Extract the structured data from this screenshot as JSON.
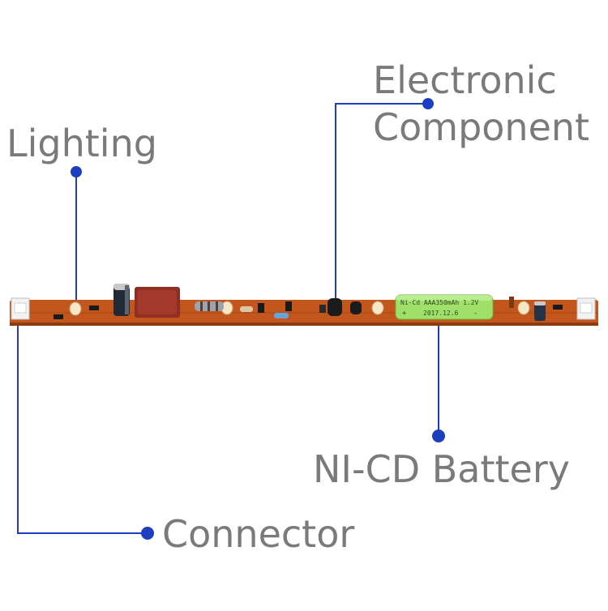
{
  "callouts": {
    "lighting": "Lighting",
    "electronic": "Electronic",
    "component": "Component",
    "battery": "NI-CD Battery",
    "connector": "Connector"
  },
  "battery_print": {
    "line1": "Ni-Cd AAA350mAh 1.2V",
    "line2": "2017.12.6",
    "plus": "+",
    "minus": "-"
  },
  "colors": {
    "leader": "#1d3fbf",
    "label": "#7a7a7a",
    "pcb": "#c2561c",
    "battery": "#9fe06a"
  }
}
